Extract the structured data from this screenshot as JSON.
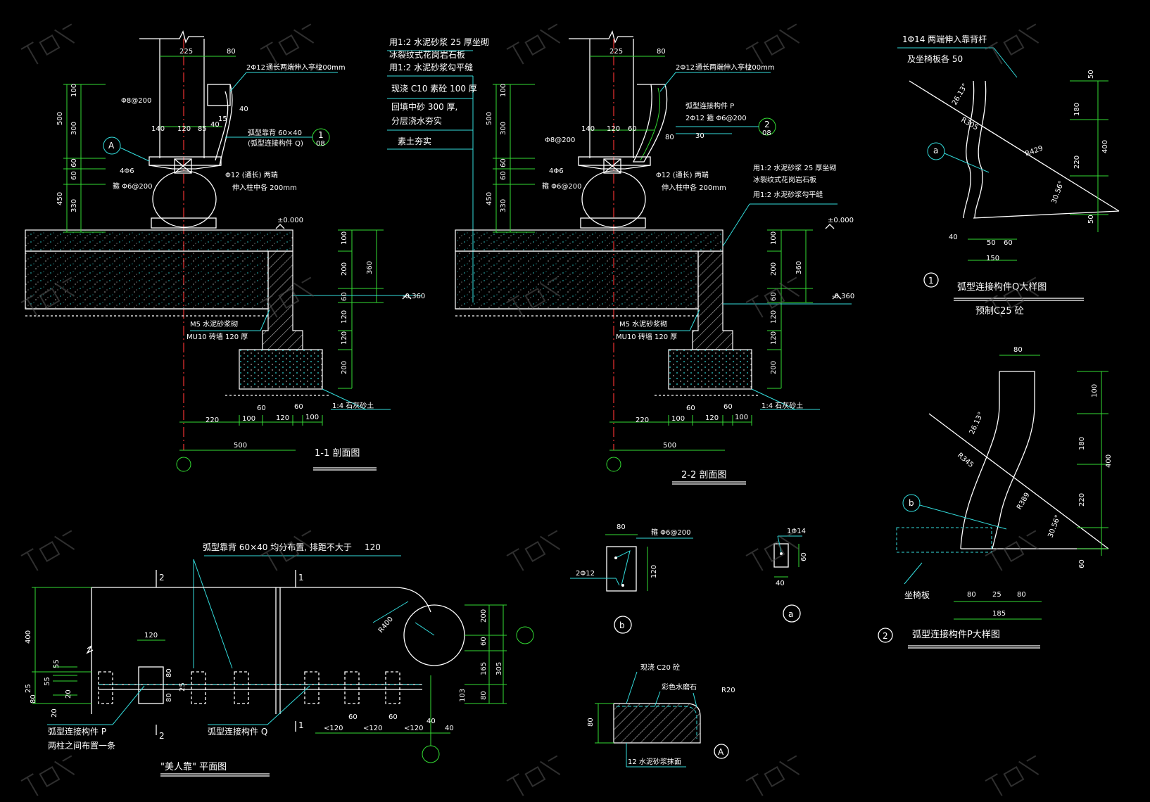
{
  "s11": {
    "dim_225": "225",
    "dim_80": "80",
    "rebar": "2Φ12",
    "rebar_note": "通长两端伸入亭柱",
    "len200": "200mm",
    "d100": "100",
    "d500": "500",
    "d300": "300",
    "d60": "60",
    "d60b": "60",
    "d450": "450",
    "d330": "330",
    "stirrup": "Φ8@200",
    "w140": "140",
    "w120": "120",
    "w85": "85",
    "w40": "40",
    "r15": "15",
    "r40": "40",
    "back": "弧型靠背 60×40",
    "back2": "(弧型连接构件 Q)",
    "mark_A": "A",
    "n1": "1",
    "n08": "08",
    "rebar4": "4Φ6",
    "hoop": "箍 Φ6@200",
    "rebar2": "Φ12 (通长) 两端",
    "rebar2b": "伸入柱中各 200mm",
    "elev0": "±0.000",
    "elev36": "-0.360",
    "r100": "100",
    "r360": "360",
    "r200": "200",
    "r60": "60",
    "r120a": "120",
    "r120b": "120",
    "r200b": "200",
    "m5": "M5 水泥砂浆砌",
    "mu10": "MU10 砖墙 120 厚",
    "soil": "1:4 石灰砂土",
    "b60a": "60",
    "b60b": "60",
    "b220": "220",
    "b100a": "100",
    "b120": "120",
    "b100b": "100",
    "b500": "500",
    "title": "1-1 剖面图"
  },
  "notes": {
    "l1": "用1:2 水泥砂浆 25 厚坐砌",
    "l2": "冰裂纹式花岗岩石板",
    "l3": "用1:2 水泥砂浆勾平缝",
    "l4": "现浇 C10 素砼 100 厚",
    "l5": "回填中砂 300 厚,",
    "l6": "分层浇水夯实",
    "l7": "素土夯实"
  },
  "s22": {
    "dim_225": "225",
    "dim_80": "80",
    "rebar": "2Φ12",
    "rebar_note": "通长两端伸入亭柱",
    "len200": "200mm",
    "d100": "100",
    "d500": "500",
    "d300": "300",
    "d60": "60",
    "d60b": "60",
    "d450": "450",
    "d330": "330",
    "stirrup": "Φ8@200",
    "w140": "140",
    "w120": "120",
    "w60": "60",
    "w80": "80",
    "conn": "弧型连接构件 P",
    "rebar_p": "2Φ12 箍 Φ6@200",
    "d30": "30",
    "n2": "2",
    "n08": "08",
    "rebar4": "4Φ6",
    "hoop": "箍 Φ6@200",
    "rebar2": "Φ12 (通长) 两端",
    "rebar2b": "伸入柱中各 200mm",
    "n1": "用1:2 水泥砂浆 25 厚坐砌",
    "n2l": "冰裂纹式花岗岩石板",
    "n3": "用1:2 水泥砂浆勾平缝",
    "elev0": "±0.000",
    "elev36": "-0.360",
    "r100": "100",
    "r360": "360",
    "r200": "200",
    "r60": "60",
    "r120a": "120",
    "r120b": "120",
    "r200b": "200",
    "m5": "M5 水泥砂浆砌",
    "mu10": "MU10 砖墙 120 厚",
    "soil": "1:4 石灰砂土",
    "b60a": "60",
    "b60b": "60",
    "b220": "220",
    "b100a": "100",
    "b120": "120",
    "b100b": "100",
    "b500": "500",
    "title": "2-2 剖面图"
  },
  "detq": {
    "l1": "1Φ14 两端伸入靠背杆",
    "l2": "及坐椅板各 50",
    "a1": "26.13°",
    "r1": "R305",
    "r2": "R429",
    "a2": "30.56°",
    "d50": "50",
    "d180": "180",
    "d220": "220",
    "d50b": "50",
    "d400": "400",
    "d40": "40",
    "d50c": "50",
    "d60": "60",
    "d150": "150",
    "mark": "a",
    "num": "1",
    "title": "弧型连接构件Q大样图",
    "sub": "预制C25 砼"
  },
  "detp": {
    "d80": "80",
    "d100": "100",
    "d180": "180",
    "d220": "220",
    "d60": "60",
    "d400": "400",
    "a1": "26.13°",
    "r1": "R345",
    "r2": "R389",
    "a2": "30.56°",
    "mark": "b",
    "seat": "坐椅板",
    "d80a": "80",
    "d25": "25",
    "d80b": "80",
    "d185": "185",
    "num": "2",
    "title": "弧型连接构件P大样图"
  },
  "plan": {
    "back": "弧型靠背 60×40 均分布置, 排距不大于",
    "back120": "120",
    "s2": "2",
    "s1": "1",
    "w120": "120",
    "d400": "400",
    "d55": "55",
    "d25": "25",
    "d55b": "55",
    "d20": "20",
    "d80": "80",
    "d20b": "20",
    "d80b": "80",
    "d25b": "25",
    "d80c": "80",
    "r400": "R400",
    "d200": "200",
    "d60": "60",
    "d165": "165",
    "d305": "305",
    "d80r": "80",
    "d103": "103",
    "lp": "弧型连接构件 P",
    "lp2": "两柱之间布置一条",
    "lq": "弧型连接构件 Q",
    "c120a": "<120",
    "c120b": "<120",
    "c120c": "<120",
    "c60a": "60",
    "c60b": "60",
    "c40": "40",
    "c40b": "40",
    "s2b": "2",
    "s1b": "1",
    "title": "\"美人靠\" 平面图"
  },
  "secb": {
    "d80": "80",
    "hoop": "箍 Φ6@200",
    "rebar": "2Φ12",
    "h120": "120",
    "mark": "b"
  },
  "seca": {
    "rebar": "1Φ14",
    "d60": "60",
    "d40": "40",
    "mark": "a"
  },
  "detA": {
    "l1": "现浇 C20 砼",
    "l2": "彩色水磨石",
    "r20": "R20",
    "d80": "80",
    "l3": "12 水泥砂浆抹面",
    "mark": "A"
  }
}
